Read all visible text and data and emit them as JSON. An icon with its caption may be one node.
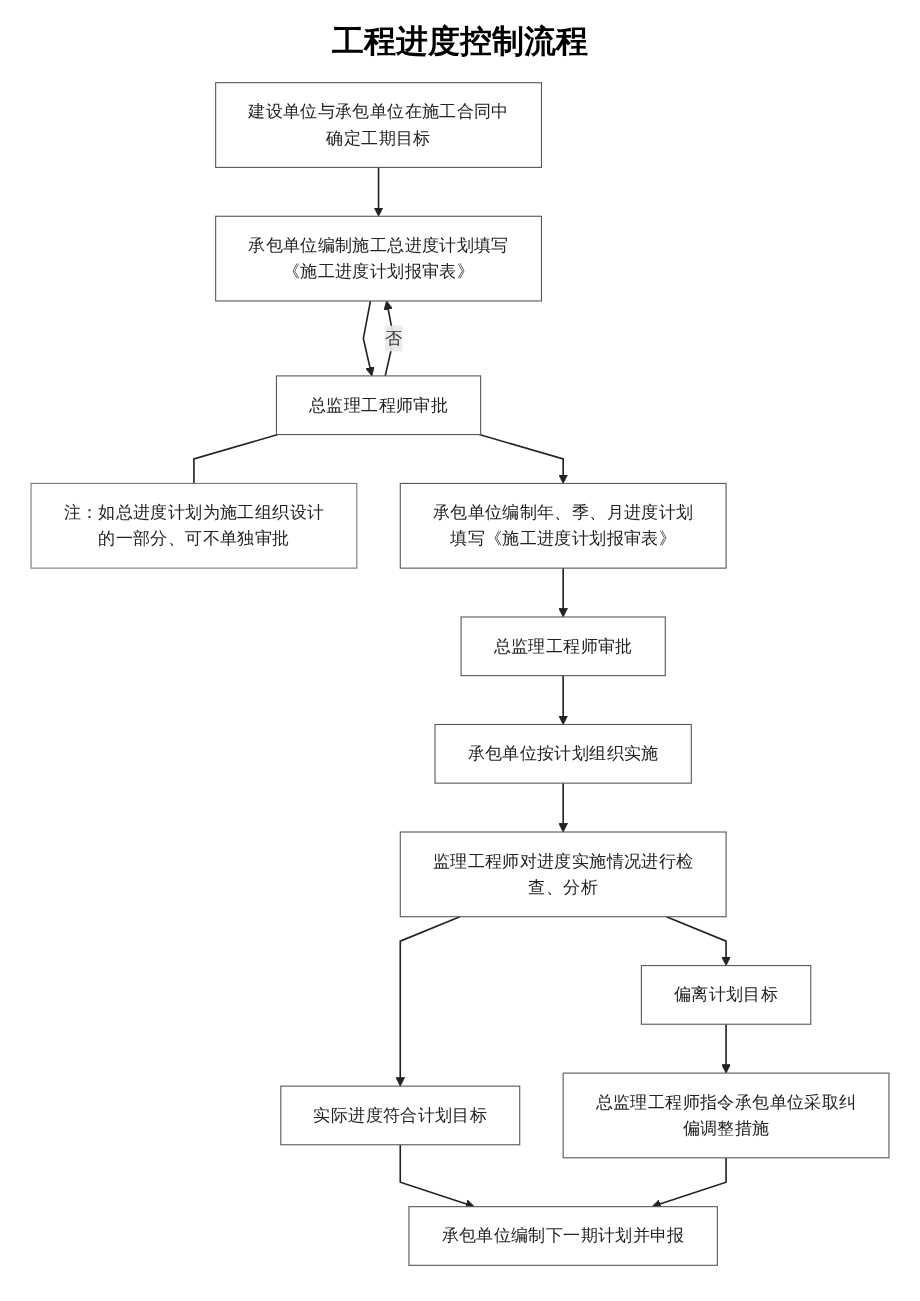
{
  "diagram": {
    "title": "工程进度控制流程",
    "nodes": [
      {
        "text": [
          "建设单位与承包单位在施工合同中确定工期目标"
        ]
      },
      {
        "text": [
          "承包单位编制施工总进度计划填写《施工进度计划报审表》"
        ]
      },
      {
        "text": [
          "总监理工程师审批"
        ]
      },
      {
        "text": [
          "注：如总进度计划为施工组织设计的一部分、可不单独审批"
        ]
      },
      {
        "text": [
          "承包单位编制年、季、月进度计划填写《施工进度计划报审表》"
        ]
      },
      {
        "text": [
          "总监理工程师审批"
        ]
      },
      {
        "text": [
          "承包单位按计划组织实施"
        ]
      },
      {
        "text": [
          "监理工程师对进度实施情况进行检查、分析"
        ]
      },
      {
        "text": [
          "实际进度符合计划目标"
        ]
      },
      {
        "text": [
          "偏离计划目标"
        ]
      },
      {
        "text": [
          "总监理工程师指令承包单位采取纠偏调整措施"
        ]
      },
      {
        "text": [
          "承包单位编制下一期计划并申报"
        ]
      }
    ],
    "edges": [
      {
        "from": 0,
        "to": 1,
        "arrow": "to"
      },
      {
        "from": 1,
        "to": 2,
        "arrow": "to"
      },
      {
        "from": 2,
        "to": 1,
        "arrow": "to",
        "label": "否"
      },
      {
        "from": 2,
        "to": 3,
        "arrow": "none"
      },
      {
        "from": 2,
        "to": 4,
        "arrow": "to"
      },
      {
        "from": 4,
        "to": 5,
        "arrow": "to"
      },
      {
        "from": 5,
        "to": 6,
        "arrow": "to"
      },
      {
        "from": 6,
        "to": 7,
        "arrow": "to"
      },
      {
        "from": 7,
        "to": 8,
        "arrow": "to"
      },
      {
        "from": 7,
        "to": 9,
        "arrow": "to"
      },
      {
        "from": 9,
        "to": 10,
        "arrow": "to"
      },
      {
        "from": 8,
        "to": 11,
        "arrow": "to"
      },
      {
        "from": 10,
        "to": 11,
        "arrow": "to"
      }
    ]
  }
}
